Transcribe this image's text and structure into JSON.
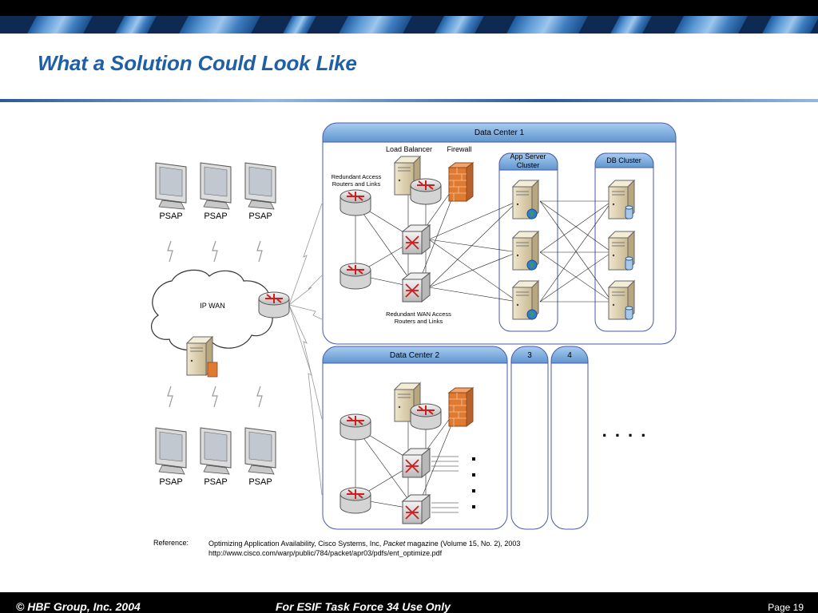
{
  "title": "What a Solution Could Look Like",
  "footer": {
    "copyright": "© HBF Group, Inc.  2004",
    "notice": "For ESIF Task Force 34 Use Only",
    "page": "Page 19"
  },
  "reference": {
    "label": "Reference:",
    "line1_before": "Optimizing Application Availability, Cisco Systems, Inc, ",
    "line1_italic": "Packet",
    "line1_after": " magazine (Volume 15, No. 2), 2003",
    "line2": "http://www.cisco.com/warp/public/784/packet/apr03/pdfs/ent_optimize.pdf"
  },
  "diagram": {
    "psap_label": "PSAP",
    "ip_wan_label": "IP WAN",
    "dc1_title": "Data Center 1",
    "dc2_title": "Data Center 2",
    "dc3_title": "3",
    "dc4_title": "4",
    "load_balancer": "Load Balancer",
    "firewall": "Firewall",
    "app_cluster_line1": "App Server",
    "app_cluster_line2": "Cluster",
    "db_cluster": "DB Cluster",
    "redundant_access_line1": "Redundant Access",
    "redundant_access_line2": "Routers and Links",
    "redundant_wan_line1": "Redundant WAN Access",
    "redundant_wan_line2": "Routers and Links",
    "ellipsis": ". . . ."
  },
  "colors": {
    "title_blue": "#1f5fa8",
    "panel_border": "#4a5aa8",
    "panel_header": "#7fb0e0",
    "firewall": "#e07a30",
    "router_red": "#cc1e1e"
  }
}
